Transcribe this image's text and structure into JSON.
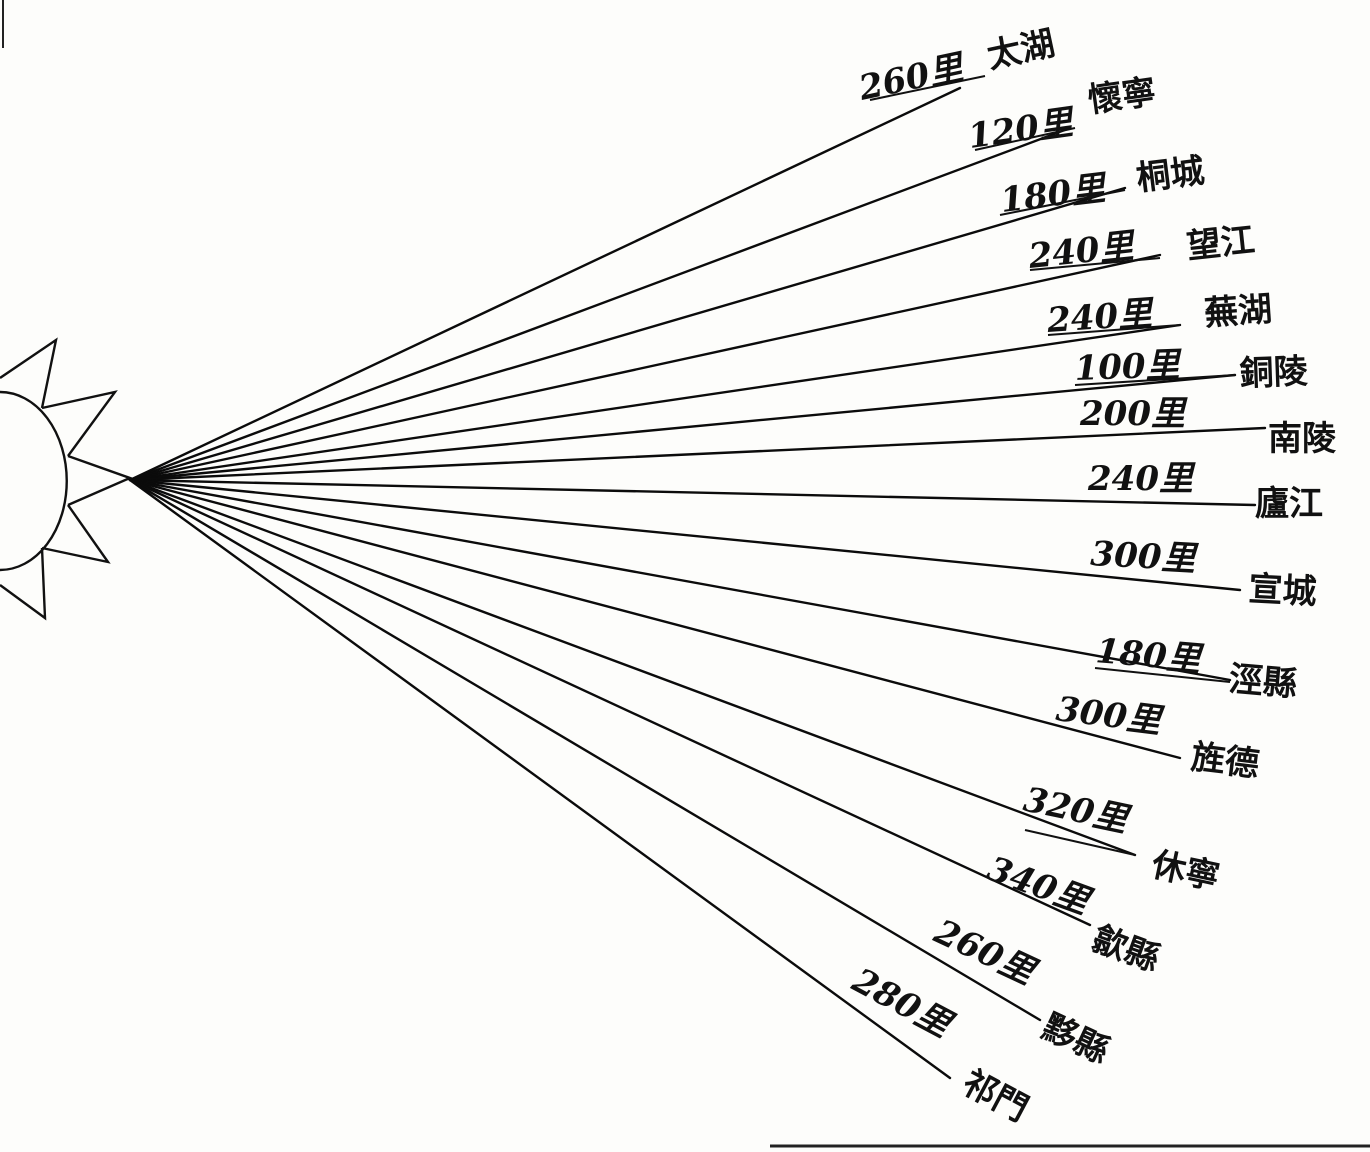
{
  "colors": {
    "ink": "#111111",
    "paper": "#fdfdfb"
  },
  "rays": [
    {
      "distance": "260里",
      "place": "太湖"
    },
    {
      "distance": "120里",
      "place": "懷寧"
    },
    {
      "distance": "180里",
      "place": "桐城"
    },
    {
      "distance": "240里",
      "place": "望江"
    },
    {
      "distance": "240里",
      "place": "蕪湖"
    },
    {
      "distance": "100里",
      "place": "銅陵"
    },
    {
      "distance": "200里",
      "place": "南陵"
    },
    {
      "distance": "240里",
      "place": "廬江"
    },
    {
      "distance": "300里",
      "place": "宣城"
    },
    {
      "distance": "180里",
      "place": "涇縣"
    },
    {
      "distance": "300里",
      "place": "旌德"
    },
    {
      "distance": "320里",
      "place": "休寧"
    },
    {
      "distance": "340里",
      "place": "歙縣"
    },
    {
      "distance": "260里",
      "place": "黟縣"
    },
    {
      "distance": "280里",
      "place": "祁門"
    }
  ]
}
